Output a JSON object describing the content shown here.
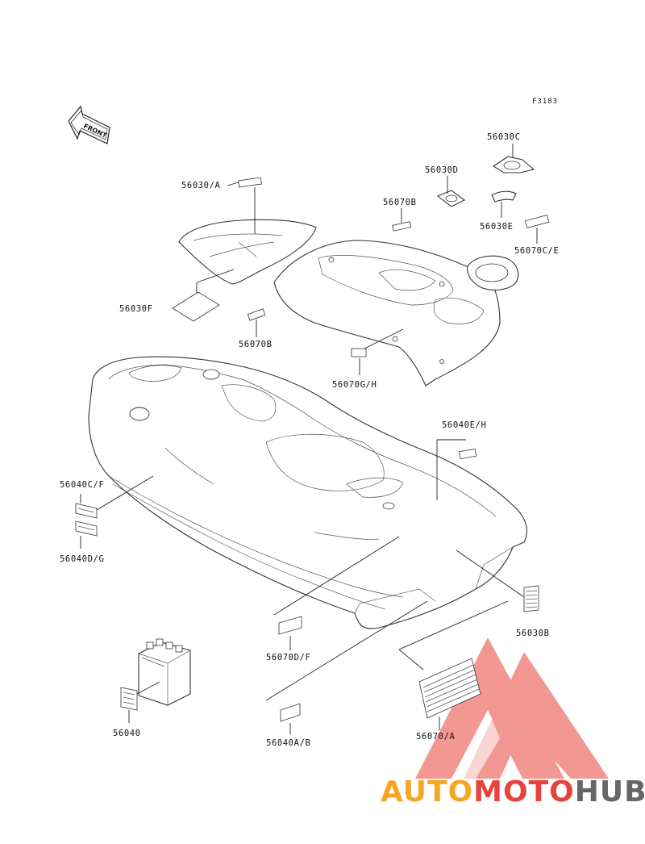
{
  "diagram": {
    "figure_code": "F3183",
    "front_arrow": "FRONT",
    "labels": [
      {
        "id": "56030A",
        "text": "56030/A"
      },
      {
        "id": "56030C",
        "text": "56030C"
      },
      {
        "id": "56030D",
        "text": "56030D"
      },
      {
        "id": "56070B_top",
        "text": "56070B"
      },
      {
        "id": "56030E",
        "text": "56030E"
      },
      {
        "id": "56070CE",
        "text": "56070C/E"
      },
      {
        "id": "56030F",
        "text": "56030F"
      },
      {
        "id": "56070B_mid",
        "text": "56070B"
      },
      {
        "id": "56070GH",
        "text": "56070G/H"
      },
      {
        "id": "56040EH",
        "text": "56040E/H"
      },
      {
        "id": "56040CF",
        "text": "56040C/F"
      },
      {
        "id": "56040DG",
        "text": "56040D/G"
      },
      {
        "id": "56070DF",
        "text": "56070D/F"
      },
      {
        "id": "56030B",
        "text": "56030B"
      },
      {
        "id": "56040",
        "text": "56040"
      },
      {
        "id": "56040AB",
        "text": "56040A/B"
      },
      {
        "id": "56070A",
        "text": "56070/A"
      }
    ]
  },
  "watermark": {
    "part1": "AUTO",
    "part2": "MOTO",
    "part3": "HUB",
    "colors": {
      "orange": "#f5a623",
      "red": "#e8433a",
      "gray": "#666666"
    }
  }
}
